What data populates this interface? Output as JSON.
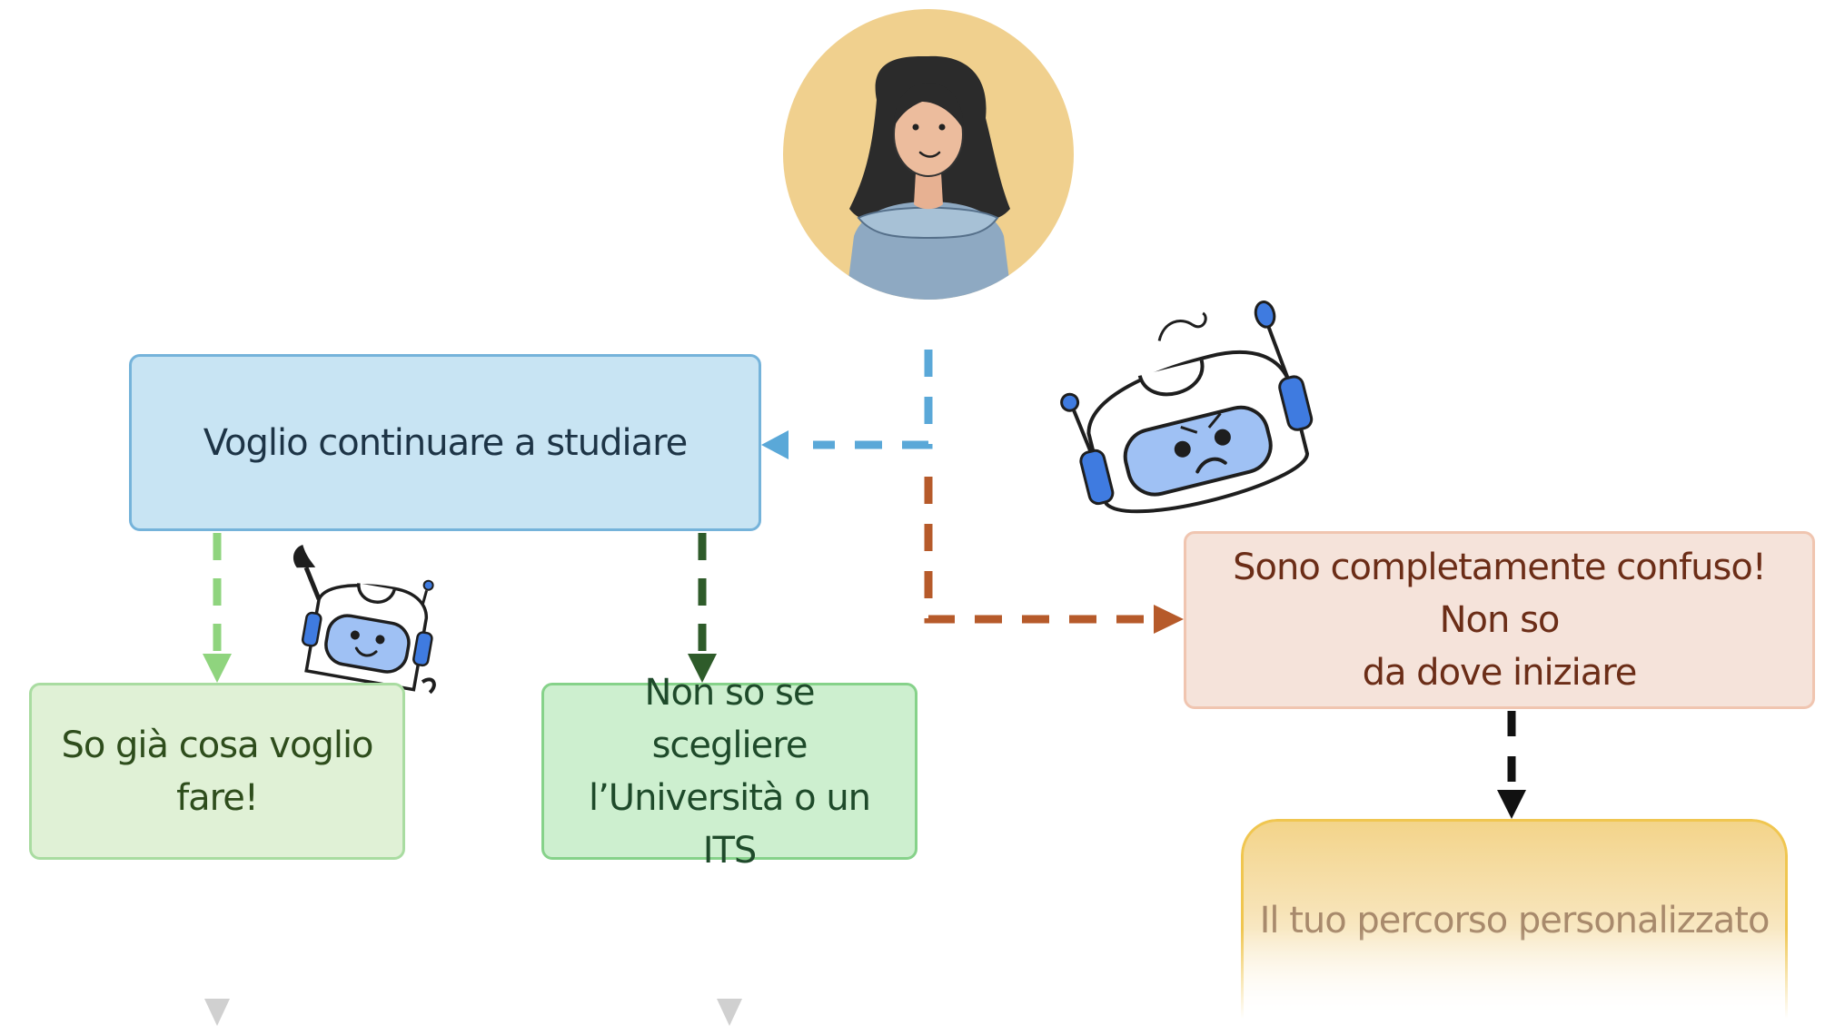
{
  "boxes": {
    "study": {
      "line1": "Voglio continuare a studiare"
    },
    "know": {
      "line1": "So già cosa voglio",
      "line2": "fare!"
    },
    "choose": {
      "line1": "Non so se scegliere",
      "line2": "l’Università o un ITS"
    },
    "confused": {
      "line1": "Sono completamente confuso! Non so",
      "line2": "da dove iniziare"
    },
    "path": {
      "line1": "Il tuo percorso personalizzato"
    }
  },
  "colors": {
    "blue_arrow": "#5aa8d8",
    "orange_arrow": "#b65a2a",
    "light_green_arrow": "#8fd47e",
    "dark_green_arrow": "#2e5b2a",
    "black_arrow": "#111111",
    "avatar_bg": "#f0d08e",
    "robot_blue": "#3f7be0"
  },
  "icons": [
    "woman-avatar-icon",
    "sad-robot-icon",
    "waving-robot-icon"
  ]
}
